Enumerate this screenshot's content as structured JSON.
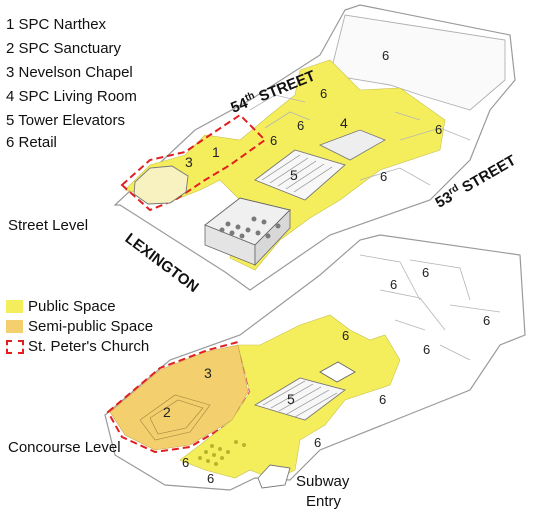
{
  "legend_numbers": [
    "1 SPC Narthex",
    "2 SPC Sanctuary",
    "3 Nevelson Chapel",
    "4 SPC Living Room",
    "5 Tower Elevators",
    "6 Retail"
  ],
  "streets": {
    "s54_num": "54",
    "s54_sup": "th",
    "s54_word": "STREET",
    "s53_num": "53",
    "s53_sup": "rd",
    "s53_word": "STREET",
    "lexington": "LEXINGTON"
  },
  "levels": {
    "street": "Street Level",
    "concourse": "Concourse Level"
  },
  "legend_areas": {
    "public": "Public Space",
    "semi": "Semi-public Space",
    "church": "St. Peter's Church"
  },
  "colors": {
    "public": "#f5ee5c",
    "semi": "#f3cf6e",
    "church_outline": "#e02020",
    "outline": "#888888"
  },
  "subway": {
    "line1": "Subway",
    "line2": "Entry"
  },
  "markers": {
    "n1": "1",
    "n2": "2",
    "n3": "3",
    "n4": "4",
    "n5": "5",
    "n6": "6"
  }
}
